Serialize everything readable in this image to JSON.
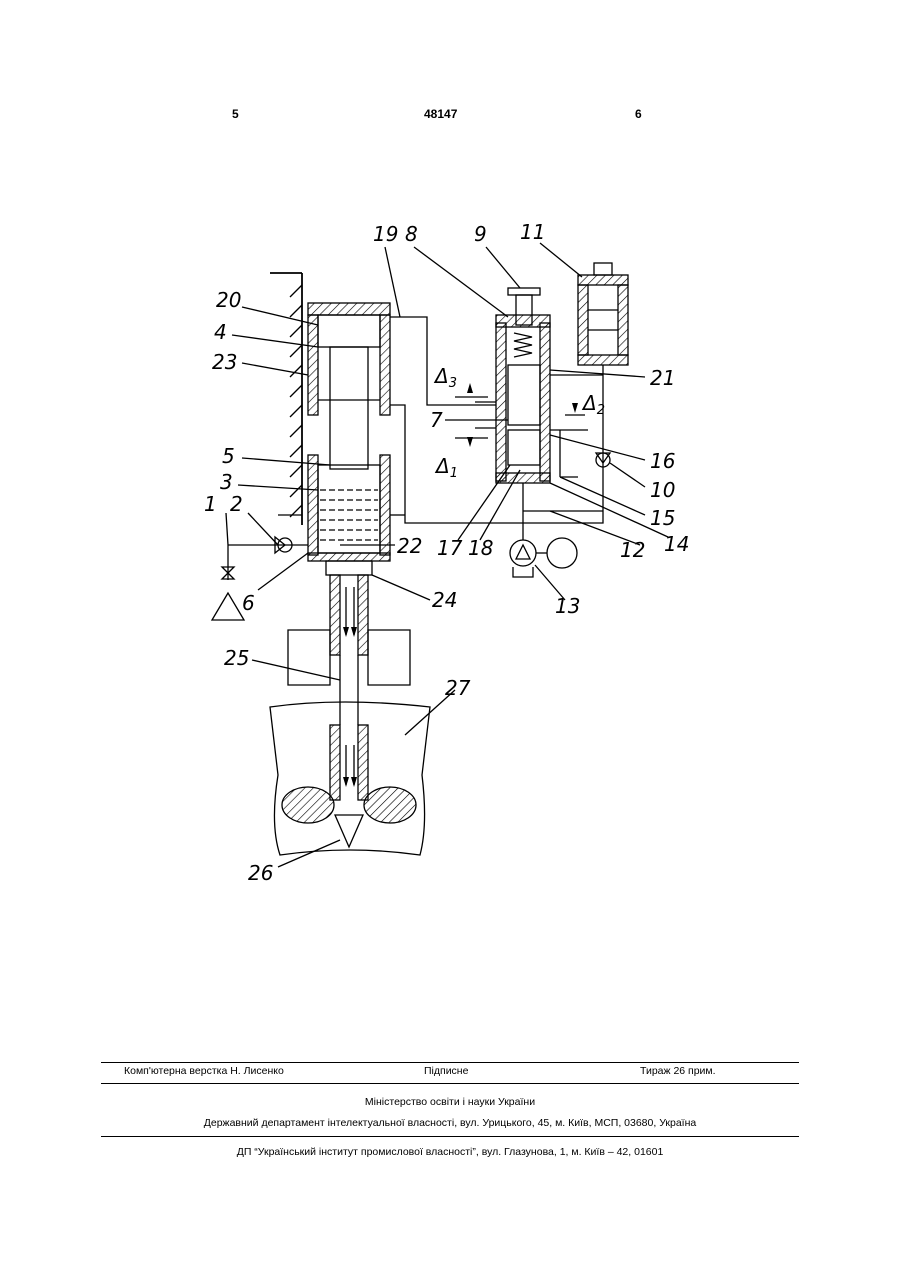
{
  "header": {
    "page_left": "5",
    "doc_number": "48147",
    "page_right": "6"
  },
  "figure": {
    "labels": {
      "l1": "1",
      "l2": "2",
      "l3": "3",
      "l4": "4",
      "l5": "5",
      "l6": "6",
      "l7": "7",
      "l8": "8",
      "l9": "9",
      "l10": "10",
      "l11": "11",
      "l12": "12",
      "l13": "13",
      "l14": "14",
      "l15": "15",
      "l16": "16",
      "l17": "17",
      "l18": "18",
      "l19": "19",
      "l20": "20",
      "l21": "21",
      "l22": "22",
      "l23": "23",
      "l24": "24",
      "l25": "25",
      "l26": "26",
      "l27": "27",
      "d1": "Δ",
      "d1_sub": "1",
      "d2": "Δ",
      "d2_sub": "2",
      "d3": "Δ",
      "d3_sub": "3"
    }
  },
  "footer": {
    "layout": "Комп'ютерна верстка Н. Лисенко",
    "signed": "Підписне",
    "print_run": "Тираж 26 прим.",
    "ministry": "Міністерство освіти і науки України",
    "department": "Державний департамент інтелектуальної власності, вул. Урицького, 45, м. Київ, МСП, 03680, Україна",
    "institute": "ДП “Український інститут промислової власності”, вул. Глазунова, 1, м. Київ – 42, 01601"
  }
}
